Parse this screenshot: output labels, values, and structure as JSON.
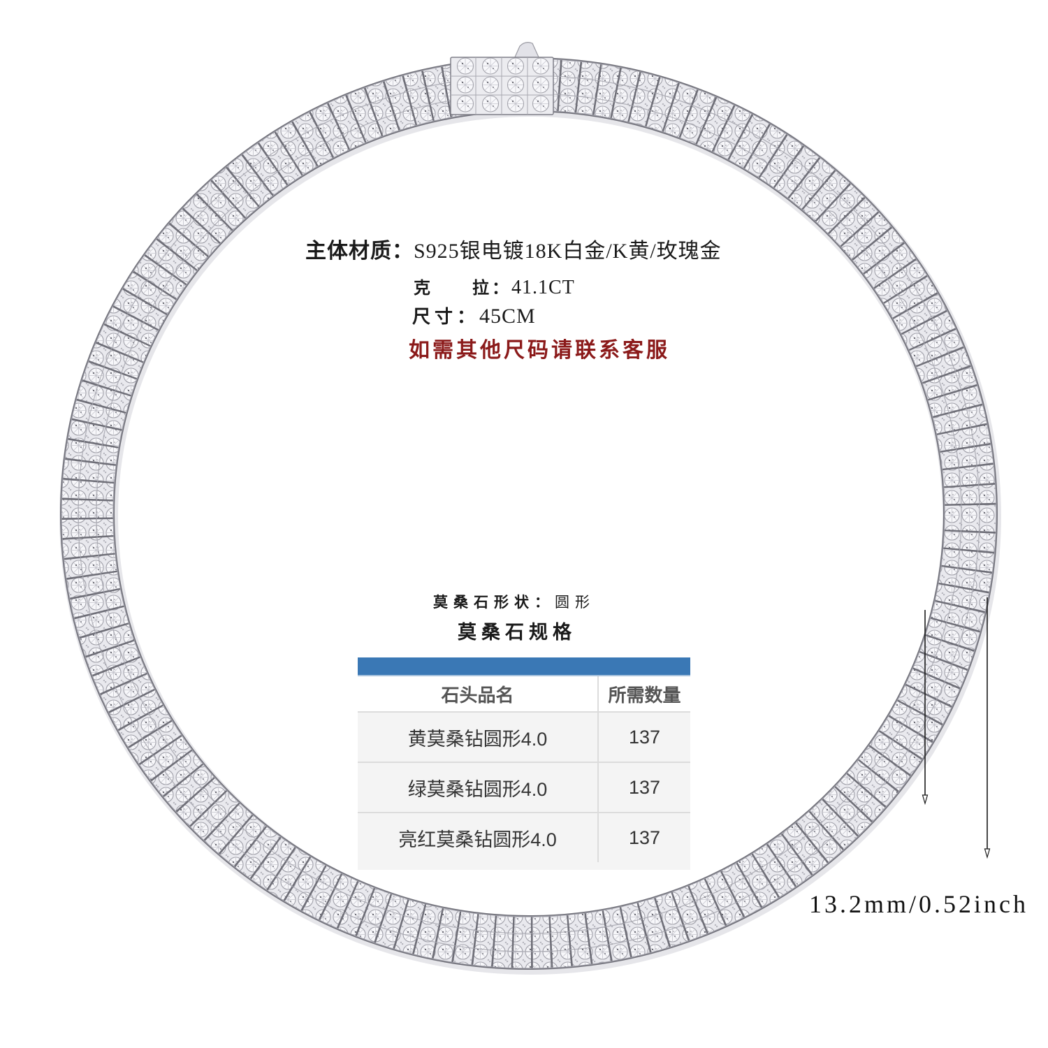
{
  "specs": {
    "material": {
      "label": "主体材质：",
      "value": "S925银电镀18K白金/K黄/玫瑰金"
    },
    "carat": {
      "label": "克　　拉：",
      "value": "41.1CT"
    },
    "size": {
      "label": "尺寸：",
      "value": "45CM"
    },
    "notice": "如需其他尺码请联系客服",
    "stone_shape": {
      "label": "莫桑石形状：",
      "value": "圆形"
    }
  },
  "table": {
    "title": "莫桑石规格",
    "headers": [
      "石头品名",
      "所需数量"
    ],
    "rows": [
      {
        "name": "黄莫桑钻圆形4.0",
        "qty": "137"
      },
      {
        "name": "绿莫桑钻圆形4.0",
        "qty": "137"
      },
      {
        "name": "亮红莫桑钻圆形4.0",
        "qty": "137"
      }
    ]
  },
  "dimension": {
    "label": "13.2mm/0.52inch"
  },
  "icons": {
    "dimension_arrow": "down-arrow-icon",
    "product": "necklace-image"
  },
  "colors": {
    "table_header_bar": "#3a78b5",
    "notice_text": "#8b1a1a",
    "table_row_bg": "#f4f4f4",
    "table_border": "#dcdcdc"
  }
}
